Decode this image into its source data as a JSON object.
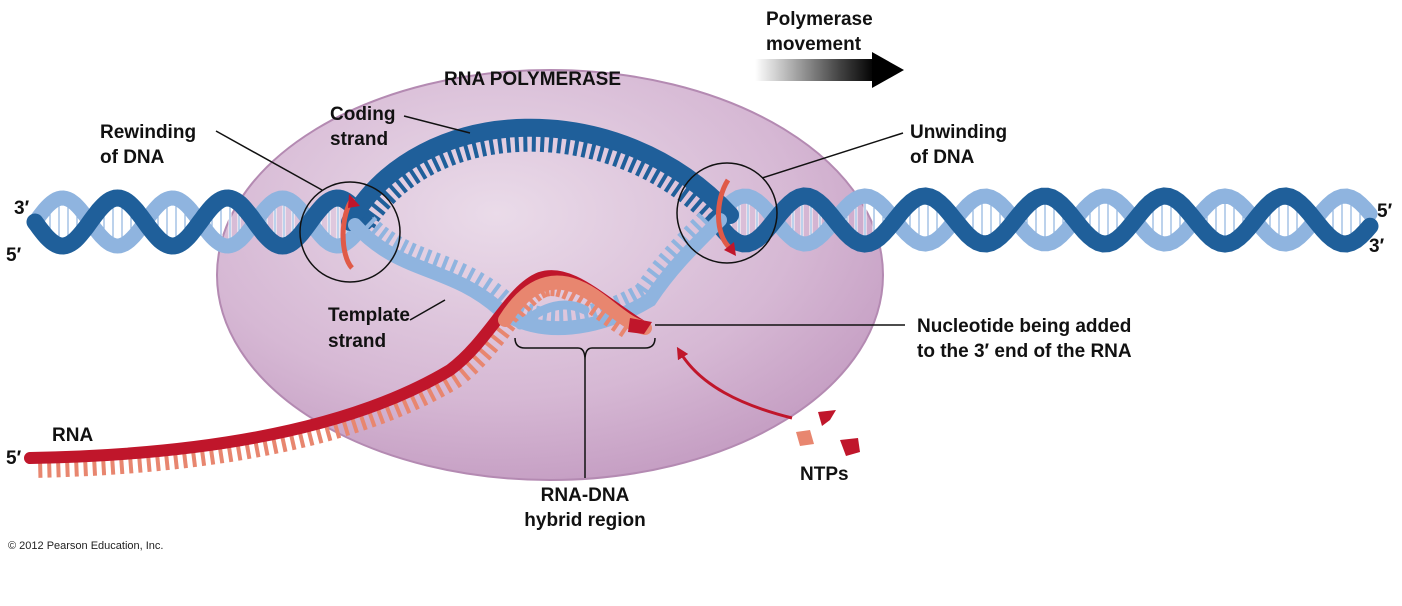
{
  "colors": {
    "polymerase_fill": "#d9bcd7",
    "polymerase_edge": "#b98db7",
    "strand_dark": "#1f5f9a",
    "strand_light": "#8fb4df",
    "rna_dark": "#c0162b",
    "rna_light": "#e8866f",
    "rotation_arrow": "#e05a48"
  },
  "labels": {
    "polymerase": "RNA POLYMERASE",
    "movement_line1": "Polymerase",
    "movement_line2": "movement",
    "coding_line1": "Coding",
    "coding_line2": "strand",
    "rewinding_line1": "Rewinding",
    "rewinding_line2": "of DNA",
    "unwinding_line1": "Unwinding",
    "unwinding_line2": "of DNA",
    "template_line1": "Template",
    "template_line2": "strand",
    "nucleotide_line1": "Nucleotide being added",
    "nucleotide_line2": "to the 3′ end of the RNA",
    "rna": "RNA",
    "hybrid_line1": "RNA-DNA",
    "hybrid_line2": "hybrid region",
    "ntps": "NTPs",
    "left_top_end": "3′",
    "left_bottom_end": "5′",
    "right_top_end": "5′",
    "right_bottom_end": "3′",
    "rna_end": "5′"
  },
  "copyright": "© 2012 Pearson Education, Inc."
}
